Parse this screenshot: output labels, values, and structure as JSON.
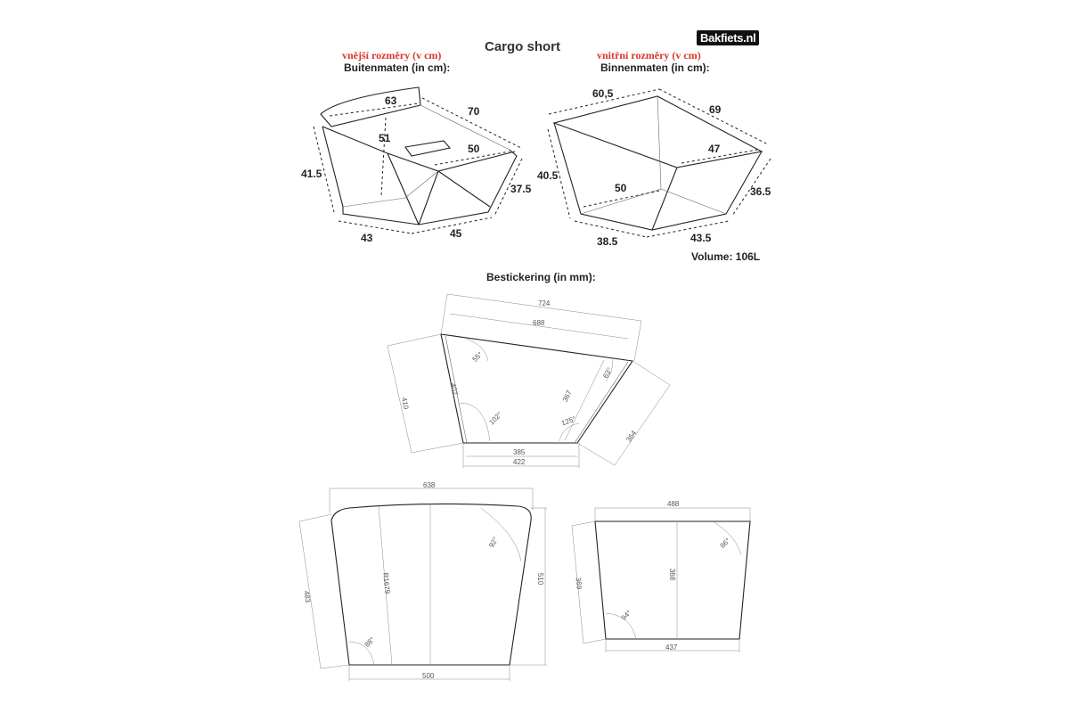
{
  "title": "Cargo short",
  "brand": "Bakfiets.nl",
  "outer": {
    "label_cz": "vnější rozměry (v cm)",
    "label_nl": "Buitenmaten (in cm):",
    "dims": {
      "top_width": "63",
      "top_depth": "70",
      "height": "51",
      "inner_depth": "50",
      "side_height": "41.5",
      "front_height": "37.5",
      "bottom_width": "43",
      "bottom_depth": "45"
    }
  },
  "inner": {
    "label_cz": "vnitřní rozměry (v cm)",
    "label_nl": "Binnenmaten (in cm):",
    "dims": {
      "top_width": "60,5",
      "top_depth": "69",
      "mid_depth": "47",
      "bottom_inner": "50",
      "side_height": "40.5",
      "front_height": "36.5",
      "bottom_width": "38.5",
      "bottom_depth": "43.5"
    },
    "volume": "Volume: 106L"
  },
  "stickers": {
    "label": "Bestickering (in mm):",
    "side_panel": {
      "w_total": "724",
      "w_top": "688",
      "h_left": "410",
      "slant_left": "407",
      "slant_right": "367",
      "h_right": "364",
      "bottom_inner": "385",
      "bottom_outer": "422",
      "angle_1": "55°",
      "angle_2": "102°",
      "angle_3": "125°",
      "angle_4": "63°"
    },
    "back_panel": {
      "top": "638",
      "left": "483",
      "right": "510",
      "radius": "R1679",
      "bottom": "500",
      "angle_1": "92°",
      "angle_2": "88°"
    },
    "front_panel": {
      "top": "488",
      "left": "369",
      "middle": "368",
      "bottom": "437",
      "angle_1": "86°",
      "angle_2": "94°"
    }
  }
}
